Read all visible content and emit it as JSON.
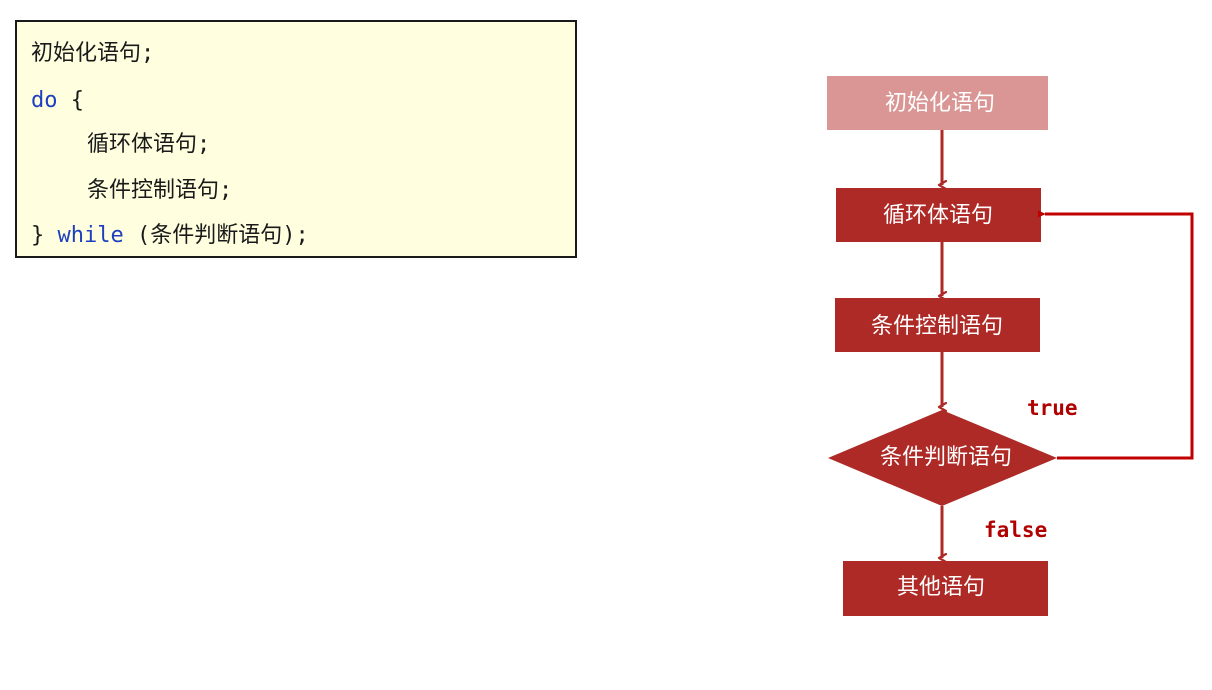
{
  "code": {
    "line1": "初始化语句;",
    "line2_kw": "do",
    "line2_rest": " {",
    "line3": "循环体语句;",
    "line4": "条件控制语句;",
    "line5_pre": "} ",
    "line5_kw": "while",
    "line5_rest": " (条件判断语句);"
  },
  "flow": {
    "init": "初始化语句",
    "body": "循环体语句",
    "control": "条件控制语句",
    "condition": "条件判断语句",
    "other": "其他语句",
    "true_label": "true",
    "false_label": "false"
  },
  "colors": {
    "code_bg": "#ffffe0",
    "keyword": "#1e3fbf",
    "init_node": "#d99694",
    "node": "#ad2a26",
    "arrow": "#ad2a26",
    "loop_line": "#c00000",
    "label": "#b00000"
  }
}
